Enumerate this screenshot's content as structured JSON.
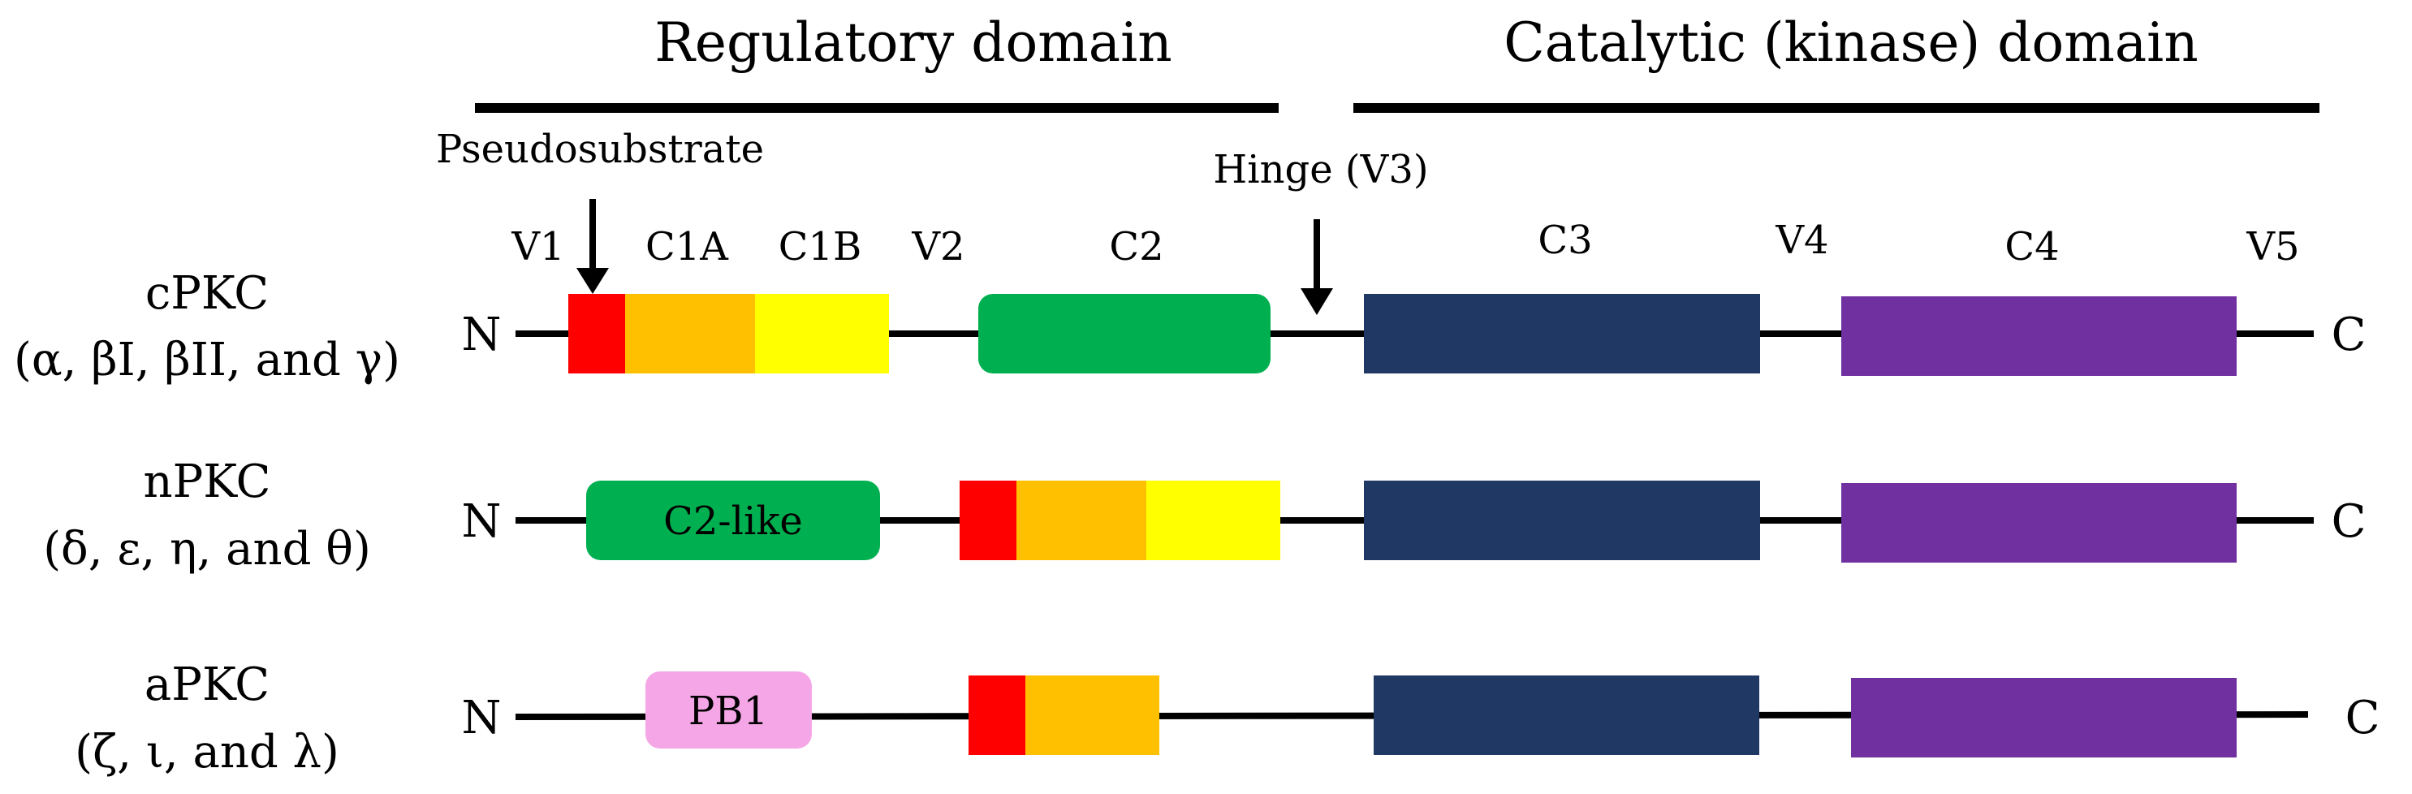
{
  "headers": {
    "regulatory": "Regulatory domain",
    "catalytic": "Catalytic (kinase) domain"
  },
  "annotations": {
    "pseudosubstrate": "Pseudosubstrate",
    "hinge": "Hinge (V3)"
  },
  "region_labels": {
    "v1": "V1",
    "c1a": "C1A",
    "c1b": "C1B",
    "v2": "V2",
    "c2": "C2",
    "c3": "C3",
    "v4": "V4",
    "c4": "C4",
    "v5": "V5"
  },
  "termini": {
    "n": "N",
    "c": "C"
  },
  "rows": {
    "cpkc": {
      "name": "cPKC",
      "isoforms": "(α, βI, βII, and γ)"
    },
    "npkc": {
      "name": "nPKC",
      "isoforms": "(δ, ε, η, and θ)",
      "c2_like": "C2-like"
    },
    "apkc": {
      "name": "aPKC",
      "isoforms": "(ζ, ι, and λ)",
      "pb1": "PB1"
    }
  },
  "colors": {
    "pseudosubstrate": "#ff0000",
    "c1a": "#ffc000",
    "c1b": "#ffff00",
    "c2": "#00b050",
    "c3": "#203864",
    "c4": "#7030a0",
    "pb1": "#f4a6e6",
    "line": "#000000"
  }
}
